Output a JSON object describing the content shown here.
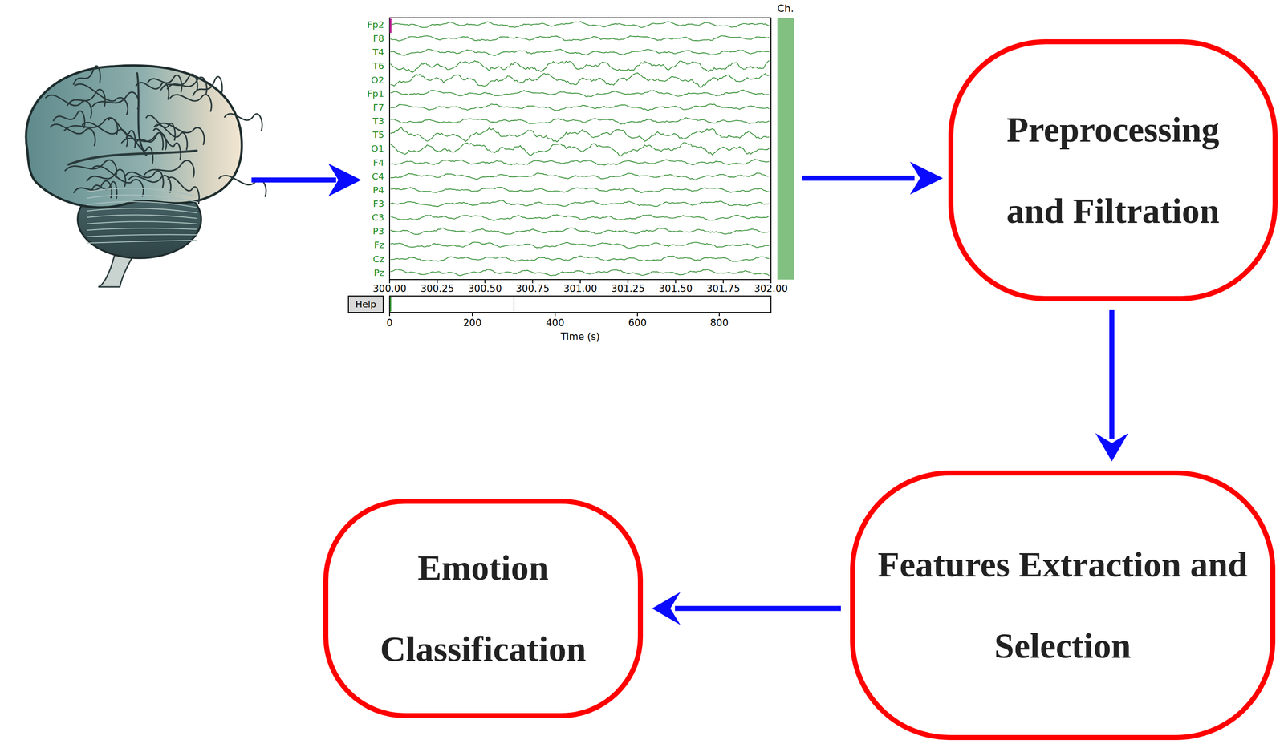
{
  "diagram": {
    "nodes": [
      {
        "text": [
          "Preprocessing and Filtration"
        ]
      },
      {
        "text": [
          "Features Extraction and Selection"
        ]
      },
      {
        "text": [
          "Emotion Classification"
        ]
      }
    ],
    "edges": [
      {
        "from": 0,
        "to": 1,
        "arrow": "to"
      },
      {
        "from": 1,
        "to": 2,
        "arrow": "to"
      }
    ],
    "labels": [
      "Fp2",
      "F8",
      "T4",
      "T6",
      "O2",
      "Fp1",
      "F7",
      "T3",
      "T5",
      "O1",
      "F4",
      "C4",
      "P4",
      "F3",
      "C3",
      "P3",
      "Fz",
      "Cz",
      "Pz",
      "Ch.",
      "300.00",
      "300.25",
      "300.50",
      "300.75",
      "301.00",
      "301.25",
      "301.50",
      "301.75",
      "302.00",
      "Help",
      "0",
      "200",
      "400",
      "600",
      "800",
      "Time (s)"
    ]
  }
}
